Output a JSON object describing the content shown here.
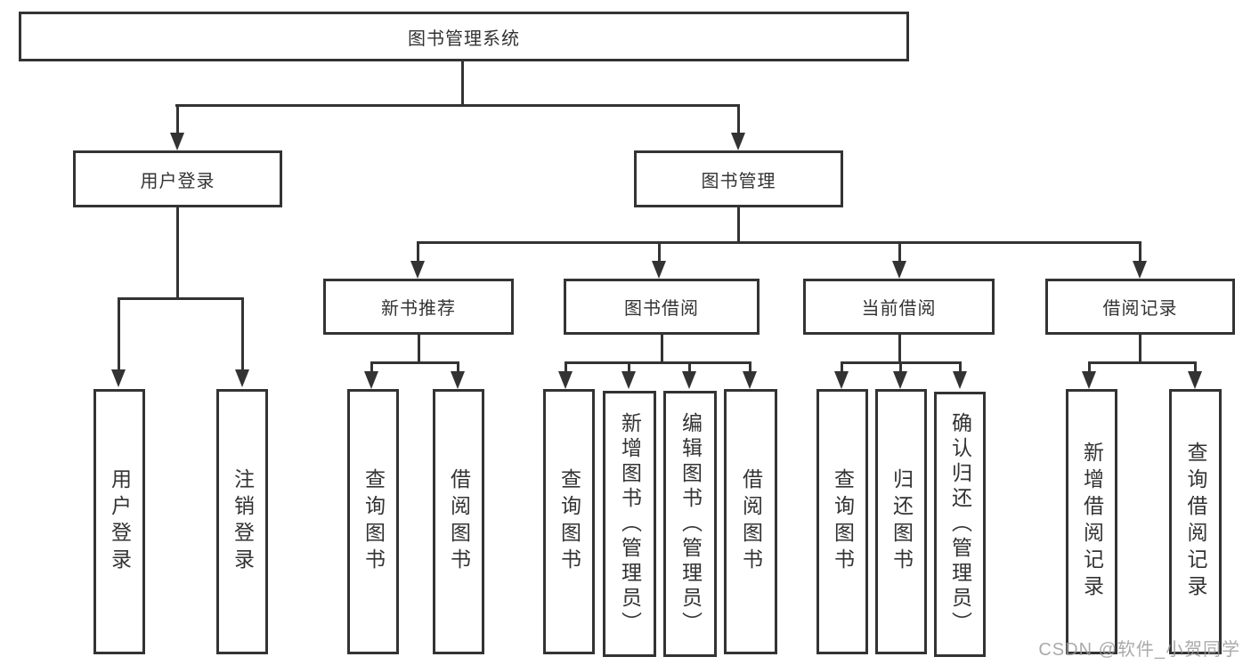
{
  "diagram": {
    "root": {
      "label": "图书管理系统"
    },
    "level2": {
      "user_login": {
        "label": "用户登录"
      },
      "book_management": {
        "label": "图书管理"
      }
    },
    "level3": {
      "new_book_recommend": {
        "label": "新书推荐"
      },
      "book_borrowing": {
        "label": "图书借阅"
      },
      "current_borrowing": {
        "label": "当前借阅"
      },
      "borrowing_records": {
        "label": "借阅记录"
      }
    },
    "leaves": {
      "user_login": {
        "label": "用户登录",
        "parent": "用户登录"
      },
      "logout": {
        "label": "注销登录",
        "parent": "用户登录"
      },
      "nb_query_books": {
        "label": "查询图书",
        "parent": "新书推荐"
      },
      "nb_borrow_books": {
        "label": "借阅图书",
        "parent": "新书推荐"
      },
      "bb_query_books": {
        "label": "查询图书",
        "parent": "图书借阅"
      },
      "bb_add_book_admin": {
        "label": "新增图书（管理员）",
        "parent": "图书借阅"
      },
      "bb_edit_book_admin": {
        "label": "编辑图书（管理员）",
        "parent": "图书借阅"
      },
      "bb_borrow_books": {
        "label": "借阅图书",
        "parent": "图书借阅"
      },
      "cb_query_books": {
        "label": "查询图书",
        "parent": "当前借阅"
      },
      "cb_return_books": {
        "label": "归还图书",
        "parent": "当前借阅"
      },
      "cb_confirm_return_admin": {
        "label": "确认归还（管理员）",
        "parent": "当前借阅"
      },
      "br_add_record": {
        "label": "新增借阅记录",
        "parent": "借阅记录"
      },
      "br_query_record": {
        "label": "查询借阅记录",
        "parent": "借阅记录"
      }
    },
    "watermark": "CSDN @软件_小贺同学",
    "colors": {
      "line": "#333333",
      "text": "#333333",
      "watermark": "#9b9b9b",
      "background": "#ffffff"
    }
  }
}
